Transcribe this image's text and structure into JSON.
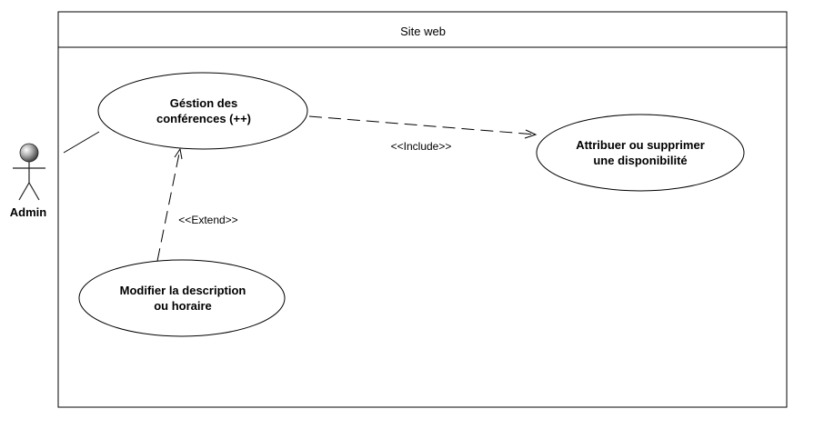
{
  "system": {
    "title": "Site web"
  },
  "actor": {
    "name": "Admin"
  },
  "use_cases": {
    "gestion": {
      "line1": "Géstion des",
      "line2": "conférences (++)"
    },
    "attribuer": {
      "line1": "Attribuer ou supprimer",
      "line2": "une disponibilité"
    },
    "modifier": {
      "line1": "Modifier la description",
      "line2": "ou horaire"
    }
  },
  "relations": {
    "include_label": "<<Include>>",
    "extend_label": "<<Extend>>"
  }
}
